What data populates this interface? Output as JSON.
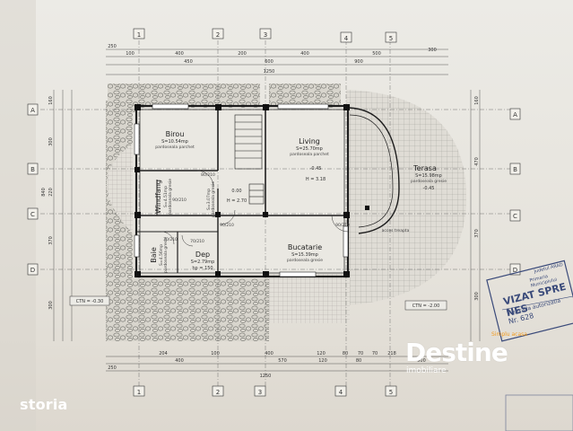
{
  "rooms": {
    "birou": {
      "name": "Birou",
      "area": "S=10.54mp",
      "floor": "pardoseala parchet"
    },
    "living": {
      "name": "Living",
      "area": "S=25.70mp",
      "floor": "pardoseala parchet",
      "level": "-0.45",
      "height": "H = 3.18"
    },
    "terasa": {
      "name": "Terasa",
      "area": "S=15.98mp",
      "floor": "pardoseala gresie",
      "level": "-0.45"
    },
    "bucatarie": {
      "name": "Bucatarie",
      "area": "S=15.39mp",
      "floor": "pardoseala gresie"
    },
    "baie": {
      "name": "Baie",
      "area": "S=4.56mp",
      "floor": "pardoseala gresie"
    },
    "dep": {
      "name": "Dep",
      "area": "S=2.79mp",
      "height": "hp = 150"
    },
    "windfang": {
      "name": "Windfang",
      "area": "S=4.51mp",
      "floor": "pardoseala gresie"
    },
    "hol": {
      "area": "S=3.07mp",
      "floor": "pardoseala gresie"
    }
  },
  "levels": {
    "center": "0.00",
    "center_h": "H = 2.70",
    "ctn_left": "CTN = -0.30",
    "ctn_right": "CTN = -2.00",
    "access": "acces treapta"
  },
  "axes": {
    "top": [
      "1",
      "2",
      "3",
      "4",
      "5"
    ],
    "bottom": [
      "1",
      "2",
      "3",
      "4",
      "5"
    ],
    "left": [
      "A",
      "B",
      "C",
      "D"
    ],
    "right": [
      "A",
      "B",
      "C",
      "D"
    ]
  },
  "dimensions": {
    "top_row1": [
      "250",
      "100",
      "400",
      "200",
      "400",
      "500",
      "300"
    ],
    "top_row2": [
      "450",
      "600",
      "900"
    ],
    "top_total": "1250",
    "bottom_row1": [
      "204",
      "100",
      "400",
      "120",
      "80",
      "70",
      "70",
      "218"
    ],
    "bottom_row2": [
      "250",
      "400",
      "570",
      "120",
      "80",
      "500"
    ],
    "bottom_total": "1250",
    "left_col": [
      "160",
      "300",
      "220",
      "370",
      "300"
    ],
    "left_total": "840",
    "right_col": [
      "160",
      "470",
      "370",
      "300"
    ],
    "door_labels": [
      "90/210",
      "90/210",
      "90/210",
      "80/210",
      "70/210",
      "70/210"
    ]
  },
  "stamp": {
    "line1": "VIZAT SPRE NES",
    "line2": "Anexa la autorizatia",
    "line3": "Nr. 628",
    "line4": "Judetul ARAD",
    "line5": "Primaria Municipiului"
  },
  "watermark": {
    "brand": "Destine",
    "sub": "imobiliare",
    "tag": "Simplu acasa",
    "site": "storia"
  },
  "colors": {
    "paper": "#e9e6df",
    "ink": "#1e1e1e",
    "brand_orange": "#f29b1e",
    "stamp_blue": "#3a4a7a"
  }
}
